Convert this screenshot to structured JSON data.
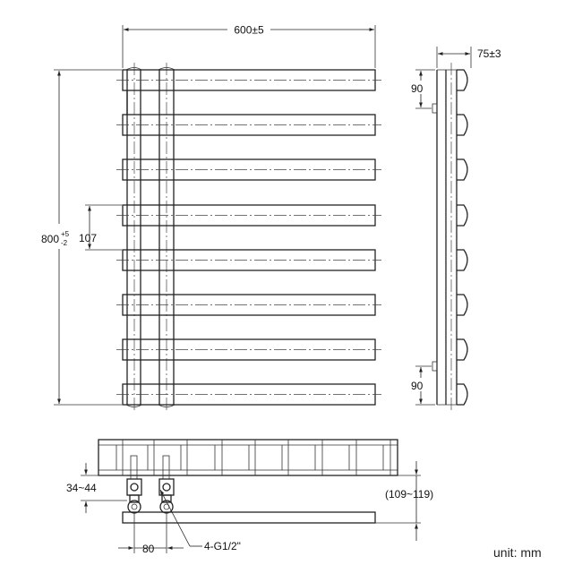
{
  "front_view": {
    "width_label": "600±5",
    "height_main": "800",
    "height_tol_plus": "+5",
    "height_tol_minus": "-2",
    "spacing_label": "107"
  },
  "side_view": {
    "depth_label": "75±3",
    "top_offset_label": "90",
    "bottom_offset_label": "90"
  },
  "top_view": {
    "range_label": "34~44",
    "wall_gap_label": "(109~119)",
    "pipe_spacing_label": "80",
    "connection_label": "4-G1/2\""
  },
  "unit_label": "unit: mm",
  "colors": {
    "line": "#222222",
    "background": "#ffffff"
  }
}
